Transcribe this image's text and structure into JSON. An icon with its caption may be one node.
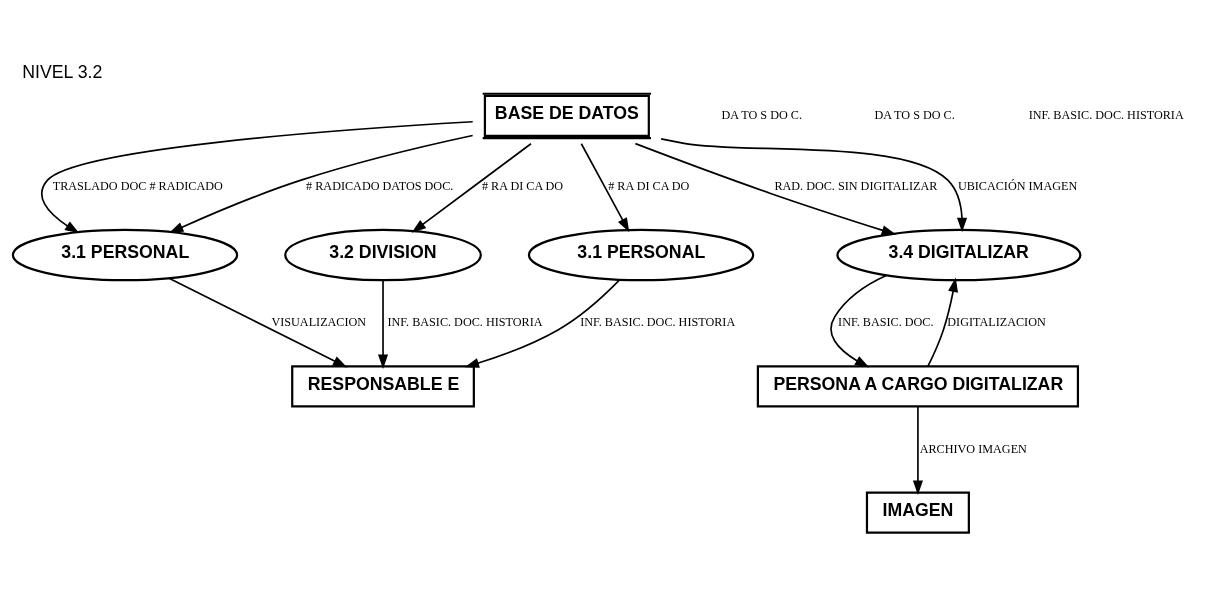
{
  "diagram": {
    "title": "NIVEL 3.2",
    "nodes": [
      {
        "text": [
          "BASE DE DATOS"
        ]
      },
      {
        "text": [
          "3.1 PERSONAL"
        ]
      },
      {
        "text": [
          "3.2 DIVISION"
        ]
      },
      {
        "text": [
          "3.1 PERSONAL"
        ]
      },
      {
        "text": [
          "3.4 DIGITALIZAR"
        ]
      },
      {
        "text": [
          "RESPONSABLE E"
        ]
      },
      {
        "text": [
          "PERSONA A CARGO DIGITALIZAR"
        ]
      },
      {
        "text": [
          "IMAGEN"
        ]
      }
    ],
    "edges": [
      {
        "from": 0,
        "to": 1,
        "arrow": "to",
        "label": "TRASLADO DOC # RADICADO"
      },
      {
        "from": 0,
        "to": 1,
        "arrow": "to",
        "label": "# RADICADO DATOS DOC."
      },
      {
        "from": 0,
        "to": 2,
        "arrow": "to",
        "label": "# RA DI CA DO"
      },
      {
        "from": 0,
        "to": 3,
        "arrow": "to",
        "label": "# RA DI CA DO"
      },
      {
        "from": 0,
        "to": 4,
        "arrow": "to",
        "label": "RAD. DOC. SIN DIGITALIZAR"
      },
      {
        "from": 0,
        "to": 4,
        "arrow": "to",
        "label": "UBICACIÓN IMAGEN"
      },
      {
        "from": 1,
        "to": 5,
        "arrow": "to",
        "label": "VISUALIZACION"
      },
      {
        "from": 2,
        "to": 5,
        "arrow": "to",
        "label": "INF. BASIC. DOC. HISTORIA"
      },
      {
        "from": 3,
        "to": 5,
        "arrow": "to",
        "label": "INF. BASIC. DOC. HISTORIA"
      },
      {
        "from": 4,
        "to": 6,
        "arrow": "to",
        "label": "INF. BASIC. DOC."
      },
      {
        "from": 6,
        "to": 4,
        "arrow": "to",
        "label": "DIGITALIZACION"
      },
      {
        "from": 6,
        "to": 7,
        "arrow": "to",
        "label": "ARCHIVO IMAGEN"
      }
    ],
    "labels": [
      "DA TO S DO C.",
      "DA TO S DO C.",
      "INF. BASIC. DOC. HISTORIA"
    ]
  }
}
